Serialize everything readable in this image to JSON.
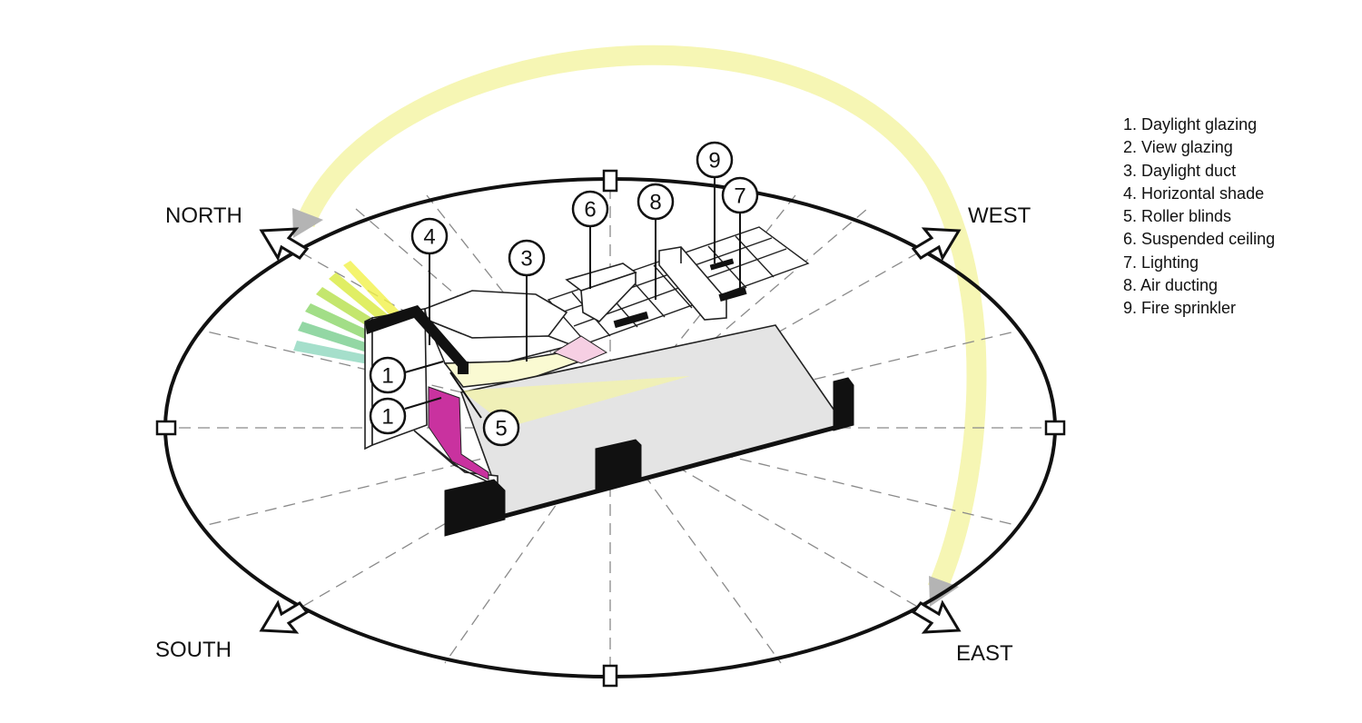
{
  "compass": {
    "north": "NORTH",
    "west": "WEST",
    "south": "SOUTH",
    "east": "EAST"
  },
  "callouts": [
    {
      "num": "1"
    },
    {
      "num": "1"
    },
    {
      "num": "3"
    },
    {
      "num": "4"
    },
    {
      "num": "5"
    },
    {
      "num": "6"
    },
    {
      "num": "7"
    },
    {
      "num": "8"
    },
    {
      "num": "9"
    }
  ],
  "legend": [
    "1. Daylight glazing",
    "2. View glazing",
    "3. Daylight duct",
    "4. Horizontal shade",
    "5. Roller blinds",
    "6. Suspended ceiling",
    "7. Lighting",
    "8. Air ducting",
    "9. Fire sprinkler"
  ],
  "colors": {
    "sun_path": "#f6f6b4",
    "sun_arrow": "#b4b4b4",
    "glazing": "#c9329f",
    "floor": "#e4e4e4",
    "rays": [
      "#f2f24a",
      "#d9ea3e",
      "#b6e04a",
      "#8cd66a",
      "#79ce8e",
      "#8fd8bf"
    ]
  }
}
